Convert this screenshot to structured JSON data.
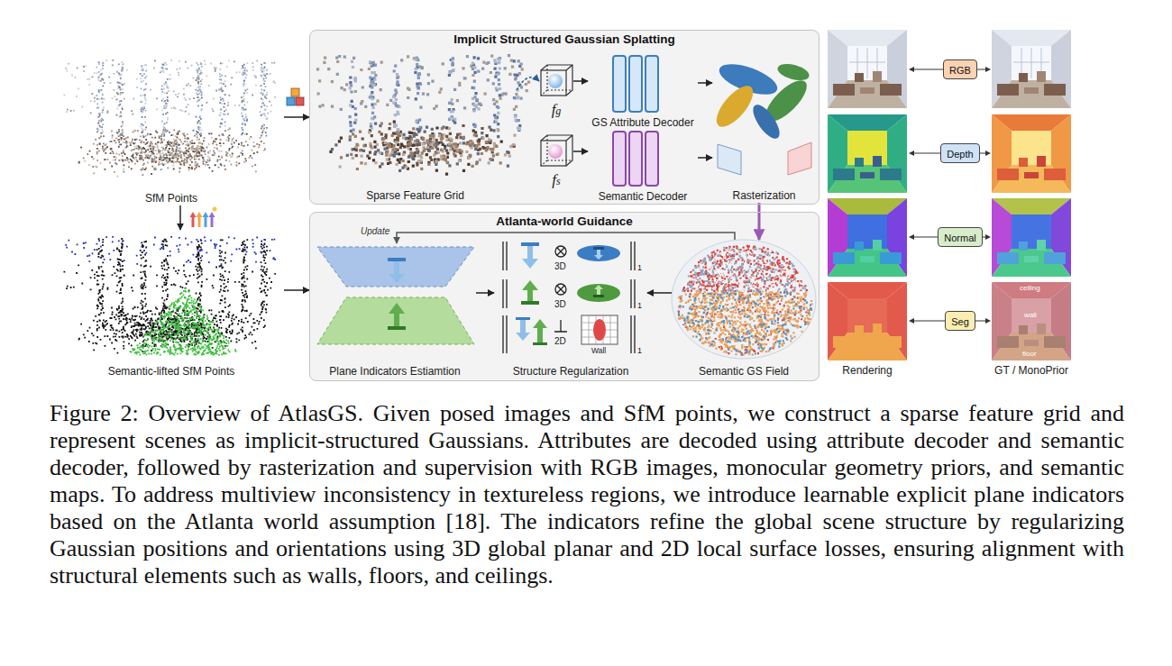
{
  "diagram": {
    "caption": "Figure 2: Overview of AtlasGS. Given posed images and SfM points, we construct a sparse feature grid and represent scenes as implicit-structured Gaussians. Attributes are decoded using attribute decoder and semantic decoder, followed by rasterization and supervision with RGB images, monocular geometry priors, and semantic maps. To address multiview inconsistency in textureless regions, we introduce learnable explicit plane indicators based on the Atlanta world assumption [18]. The indicators refine the global scene structure by regularizing Gaussian positions and orientations using 3D global planar and 2D local surface losses, ensuring alignment with structural elements such as walls, floors, and ceilings.",
    "nodes": [
      {
        "text": [
          "SfM Points"
        ]
      },
      {
        "text": [
          "Implicit Structured Gaussian Splatting"
        ]
      },
      {
        "text": [
          "Sparse Feature Grid"
        ],
        "in": 1
      },
      {
        "text": [
          "fg"
        ],
        "in": 1
      },
      {
        "text": [
          "GS Attribute Decoder"
        ],
        "in": 1
      },
      {
        "text": [
          "fs"
        ],
        "in": 1
      },
      {
        "text": [
          "Semantic Decoder"
        ],
        "in": 1
      },
      {
        "text": [
          "Rasterization"
        ],
        "in": 1
      },
      {
        "text": [
          "Semantic-lifted SfM Points"
        ]
      },
      {
        "text": [
          "Atlanta-world Guidance"
        ]
      },
      {
        "text": [
          "Plane Indicators Estiamtion"
        ],
        "in": 9
      },
      {
        "text": [
          "3D",
          "1",
          "3D",
          "1",
          "2D",
          "Wall",
          "1",
          "Structure Regularization"
        ],
        "in": 9
      },
      {
        "text": [
          "Semantic GS Field"
        ],
        "in": 9
      },
      {
        "text": [
          "RGB"
        ]
      },
      {
        "text": [
          "Depth"
        ]
      },
      {
        "text": [
          "Normal"
        ]
      },
      {
        "text": [
          "Seg"
        ]
      }
    ],
    "edges": [
      {
        "from": 0,
        "to": 1,
        "arrow": "to"
      },
      {
        "from": 0,
        "to": 8,
        "arrow": "to"
      },
      {
        "from": 8,
        "to": 9,
        "arrow": "to"
      },
      {
        "from": 2,
        "to": 3,
        "arrow": "to"
      },
      {
        "from": 3,
        "to": 4,
        "arrow": "to"
      },
      {
        "from": 4,
        "to": 7,
        "arrow": "to"
      },
      {
        "from": 5,
        "to": 6,
        "arrow": "to"
      },
      {
        "from": 6,
        "to": 7,
        "arrow": "to"
      },
      {
        "from": 7,
        "to": 12,
        "arrow": "to"
      },
      {
        "from": 12,
        "to": 11,
        "arrow": "to"
      },
      {
        "from": 10,
        "to": 11,
        "arrow": "to"
      },
      {
        "from": 12,
        "to": 10,
        "label": "Update",
        "arrow": "to"
      }
    ],
    "labels": [
      "Rendering",
      "GT / MonoPrior",
      "ceiling",
      "wall",
      "floor"
    ]
  }
}
